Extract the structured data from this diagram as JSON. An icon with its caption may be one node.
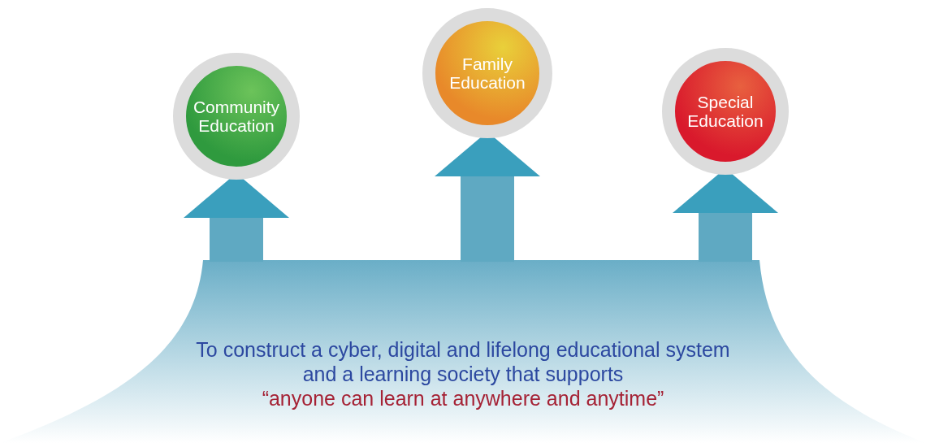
{
  "diagram": {
    "nodes": [
      {
        "text": [
          "Community Education"
        ]
      },
      {
        "text": [
          "Family Education"
        ]
      },
      {
        "text": [
          "Special Education"
        ]
      },
      {
        "text": [
          "To construct a cyber, digital and lifelong educational system and a learning society that supports",
          "“anyone can learn at anywhere and anytime”"
        ]
      }
    ],
    "edges": [
      {
        "from": 3,
        "to": 0,
        "arrow": "to"
      },
      {
        "from": 3,
        "to": 1,
        "arrow": "to"
      },
      {
        "from": 3,
        "to": 2,
        "arrow": "to"
      }
    ]
  }
}
